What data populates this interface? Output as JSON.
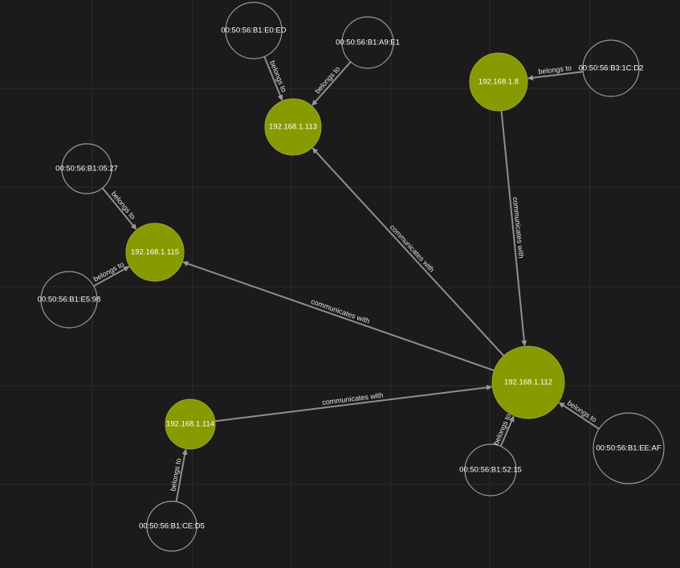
{
  "graph": {
    "nodes": [
      {
        "id": "n112",
        "label": "192.168.1.112",
        "kind": "ip"
      },
      {
        "id": "n113",
        "label": "192.168.1.113",
        "kind": "ip"
      },
      {
        "id": "n115",
        "label": "192.168.1.115",
        "kind": "ip"
      },
      {
        "id": "n114",
        "label": "192.168.1.114",
        "kind": "ip"
      },
      {
        "id": "n18",
        "label": "192.168.1.8",
        "kind": "ip"
      },
      {
        "id": "mE0ED",
        "label": "00:50:56:B1:E0:ED",
        "kind": "mac"
      },
      {
        "id": "mA9E1",
        "label": "00:50:56:B1:A9:E1",
        "kind": "mac"
      },
      {
        "id": "m1CD2",
        "label": "00:50:56:B3:1C:D2",
        "kind": "mac"
      },
      {
        "id": "m0527",
        "label": "00:50:56:B1:05:27",
        "kind": "mac"
      },
      {
        "id": "mE598",
        "label": "00:50:56:B1:E5:98",
        "kind": "mac"
      },
      {
        "id": "mEEAF",
        "label": "00:50:56:B1:EE:AF",
        "kind": "mac"
      },
      {
        "id": "m5215",
        "label": "00:50:56:B1:52:15",
        "kind": "mac"
      },
      {
        "id": "mCED5",
        "label": "00:50:56:B1:CE:D5",
        "kind": "mac"
      }
    ],
    "edges": [
      {
        "from": "mE0ED",
        "to": "n113",
        "label": "belongs to"
      },
      {
        "from": "mA9E1",
        "to": "n113",
        "label": "belongs to"
      },
      {
        "from": "m1CD2",
        "to": "n18",
        "label": "belongs to"
      },
      {
        "from": "m0527",
        "to": "n115",
        "label": "belongs to"
      },
      {
        "from": "mE598",
        "to": "n115",
        "label": "belongs to"
      },
      {
        "from": "mEEAF",
        "to": "n112",
        "label": "belongs to"
      },
      {
        "from": "m5215",
        "to": "n112",
        "label": "belongs to"
      },
      {
        "from": "mCED5",
        "to": "n114",
        "label": "belongs to"
      },
      {
        "from": "n18",
        "to": "n112",
        "label": "communicates with"
      },
      {
        "from": "n112",
        "to": "n113",
        "label": "communicates with"
      },
      {
        "from": "n112",
        "to": "n115",
        "label": "communicates with"
      },
      {
        "from": "n114",
        "to": "n112",
        "label": "communicates with"
      }
    ]
  },
  "colors": {
    "background": "#1b1b1b",
    "ip_node_fill": "#879a00",
    "edge": "#8f8f8f",
    "mac_node_stroke": "#9a9a9a"
  }
}
